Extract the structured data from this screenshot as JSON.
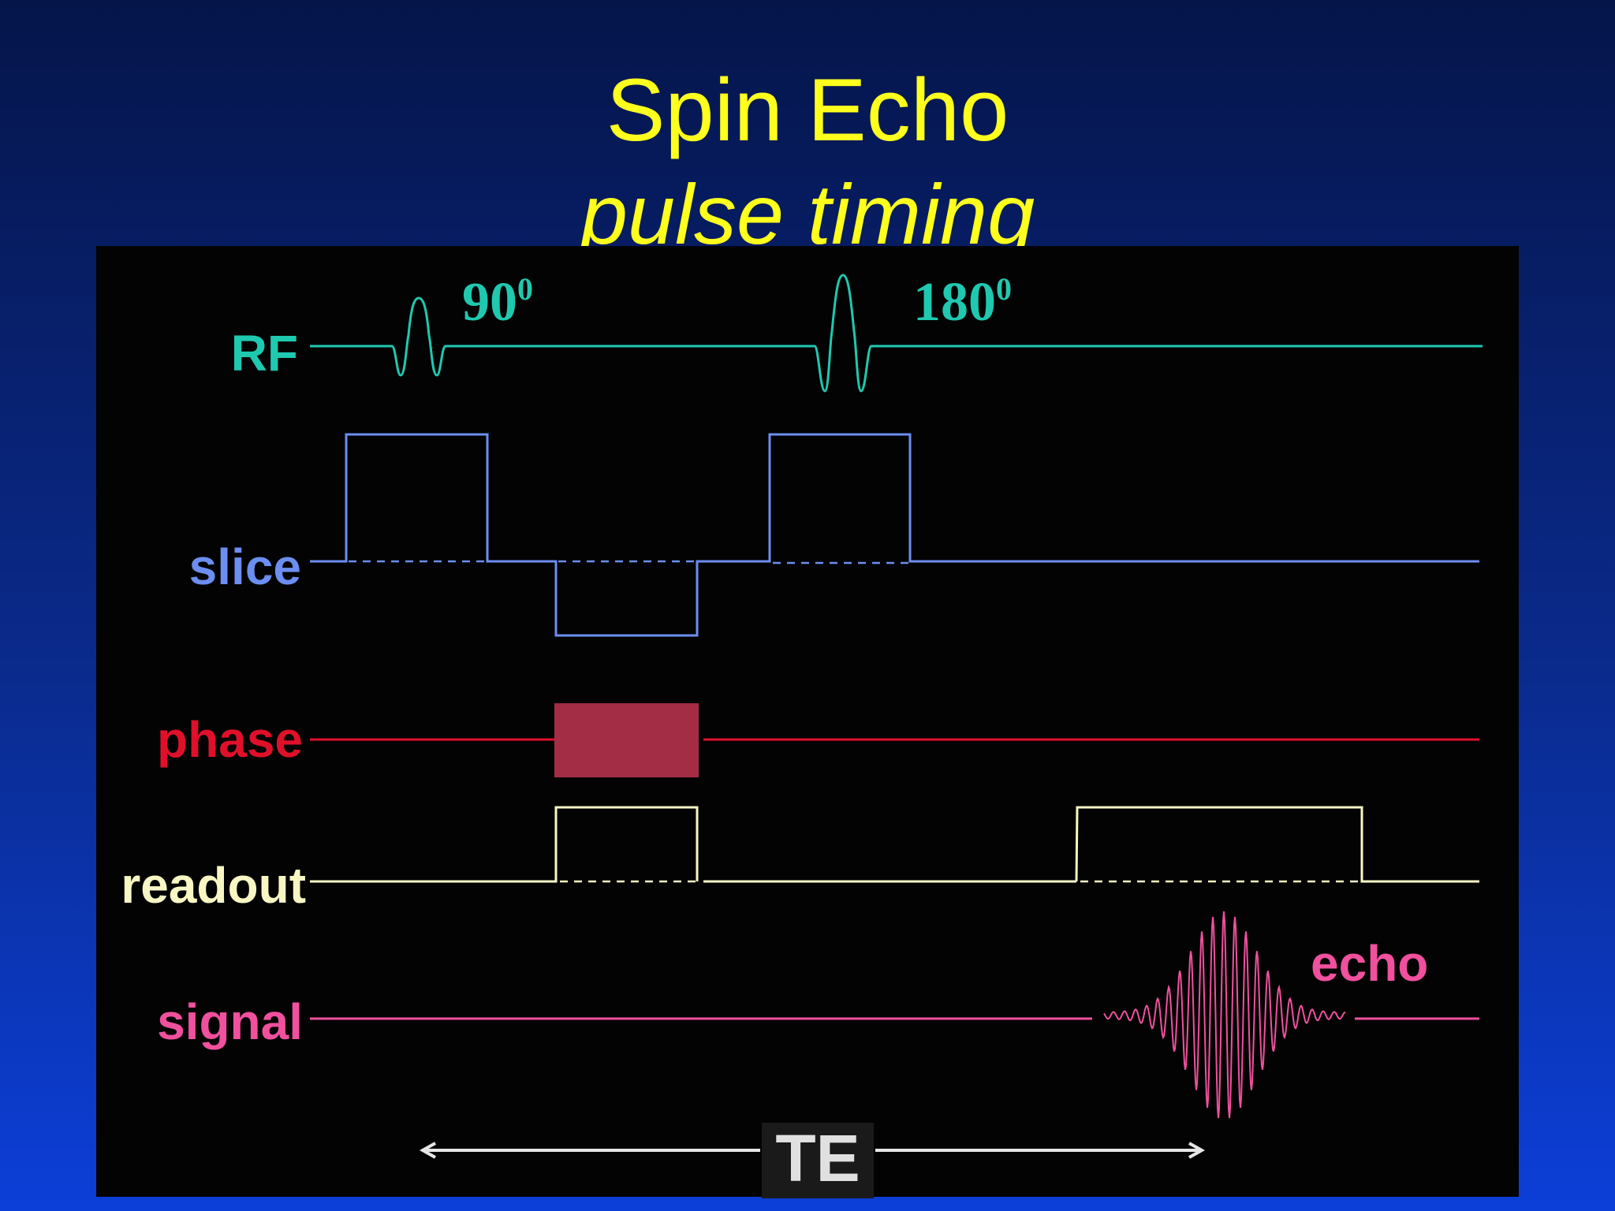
{
  "title": "Spin Echo",
  "subtitle": "pulse timing",
  "channels": {
    "rf": {
      "label": "RF",
      "color": "#1ec9b0"
    },
    "slice": {
      "label": "slice",
      "color": "#6b8ef0"
    },
    "phase": {
      "label": "phase",
      "color": "#e0102a"
    },
    "readout": {
      "label": "readout",
      "color": "#f8f7c4"
    },
    "signal": {
      "label": "signal",
      "color": "#f0509e"
    }
  },
  "pulses": {
    "first": {
      "angle": "90",
      "unit": "0"
    },
    "second": {
      "angle": "180",
      "unit": "0"
    }
  },
  "echo_label": "echo",
  "te_label": "TE",
  "colors": {
    "title": "#ffff1e",
    "panel": "#030303",
    "phase_fill": "#a32d45",
    "te_arrow": "#e6e6e6"
  }
}
